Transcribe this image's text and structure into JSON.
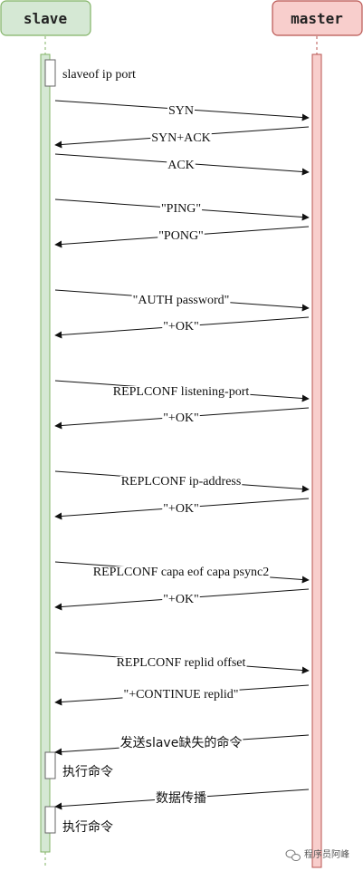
{
  "actors": {
    "slave": {
      "label": "slave",
      "fill": "#d5e8d4",
      "stroke": "#82b366"
    },
    "master": {
      "label": "master",
      "fill": "#f8cecc",
      "stroke": "#b85450"
    }
  },
  "notes": {
    "slaveof": "slaveof ip port",
    "exec1": "执行命令",
    "exec2": "执行命令"
  },
  "messages": [
    {
      "label": "SYN",
      "dir": "to-master"
    },
    {
      "label": "SYN+ACK",
      "dir": "to-slave"
    },
    {
      "label": "ACK",
      "dir": "to-master"
    },
    {
      "label": "\"PING\"",
      "dir": "to-master"
    },
    {
      "label": "\"PONG\"",
      "dir": "to-slave"
    },
    {
      "label": "\"AUTH password\"",
      "dir": "to-master"
    },
    {
      "label": "\"+OK\"",
      "dir": "to-slave"
    },
    {
      "label": "REPLCONF listening-port",
      "dir": "to-master"
    },
    {
      "label": "\"+OK\"",
      "dir": "to-slave"
    },
    {
      "label": "REPLCONF ip-address",
      "dir": "to-master"
    },
    {
      "label": "\"+OK\"",
      "dir": "to-slave"
    },
    {
      "label": "REPLCONF capa eof capa psync2",
      "dir": "to-master"
    },
    {
      "label": "\"+OK\"",
      "dir": "to-slave"
    },
    {
      "label": "REPLCONF replid offset",
      "dir": "to-master"
    },
    {
      "label": "\"+CONTINUE replid\"",
      "dir": "to-slave"
    },
    {
      "label": "发送slave缺失的命令",
      "dir": "to-slave"
    },
    {
      "label": "数据传播",
      "dir": "to-slave"
    }
  ],
  "watermark": "程序员阿峰"
}
